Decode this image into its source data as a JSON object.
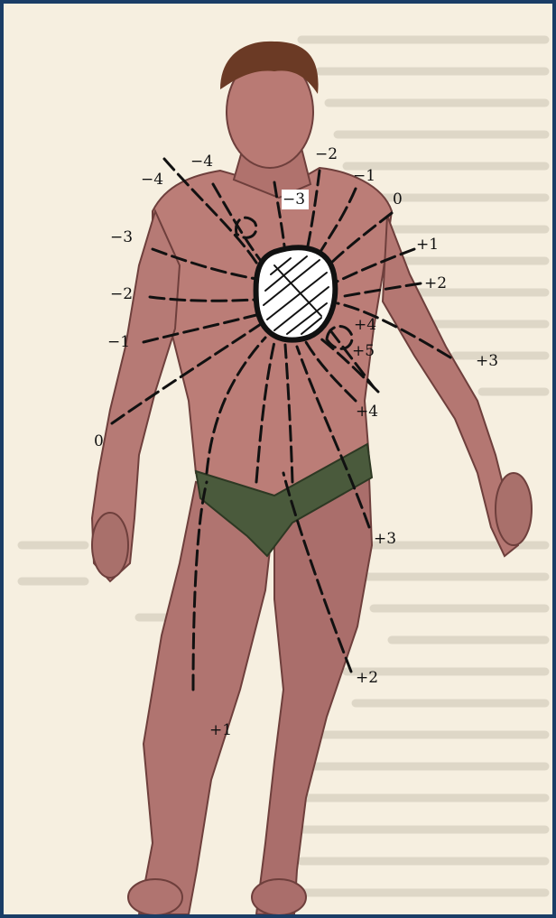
{
  "figure": {
    "colors": {
      "paper": "#f6efe0",
      "ghost_text": "#d9d2c2",
      "skin": "#b97a74",
      "skin_shadow": "#7a4a46",
      "trunks": "#4a5a3c",
      "hair": "#6b3a25",
      "heart_fill": "#ffffff",
      "lines": "#111111",
      "frame": "#1a3d66"
    },
    "icons": [
      "human-figure",
      "heart-symbol",
      "equipotential-lines",
      "printed-page-background"
    ],
    "labels": [
      {
        "id": "m4a",
        "text": "−4"
      },
      {
        "id": "m4b",
        "text": "−4"
      },
      {
        "id": "m2top",
        "text": "−2"
      },
      {
        "id": "m1top",
        "text": "−1"
      },
      {
        "id": "m3center",
        "text": "−3"
      },
      {
        "id": "zeroTop",
        "text": "0"
      },
      {
        "id": "p1",
        "text": "+1"
      },
      {
        "id": "p2",
        "text": "+2"
      },
      {
        "id": "m3left",
        "text": "−3"
      },
      {
        "id": "m2left",
        "text": "−2"
      },
      {
        "id": "m1left",
        "text": "−1"
      },
      {
        "id": "zeroLeft",
        "text": "0"
      },
      {
        "id": "p4a",
        "text": "+4"
      },
      {
        "id": "p5",
        "text": "+5"
      },
      {
        "id": "p3arm",
        "text": "+3"
      },
      {
        "id": "p4b",
        "text": "+4"
      },
      {
        "id": "p3leg",
        "text": "+3"
      },
      {
        "id": "p2leg",
        "text": "+2"
      },
      {
        "id": "p1leg",
        "text": "+1"
      }
    ]
  }
}
